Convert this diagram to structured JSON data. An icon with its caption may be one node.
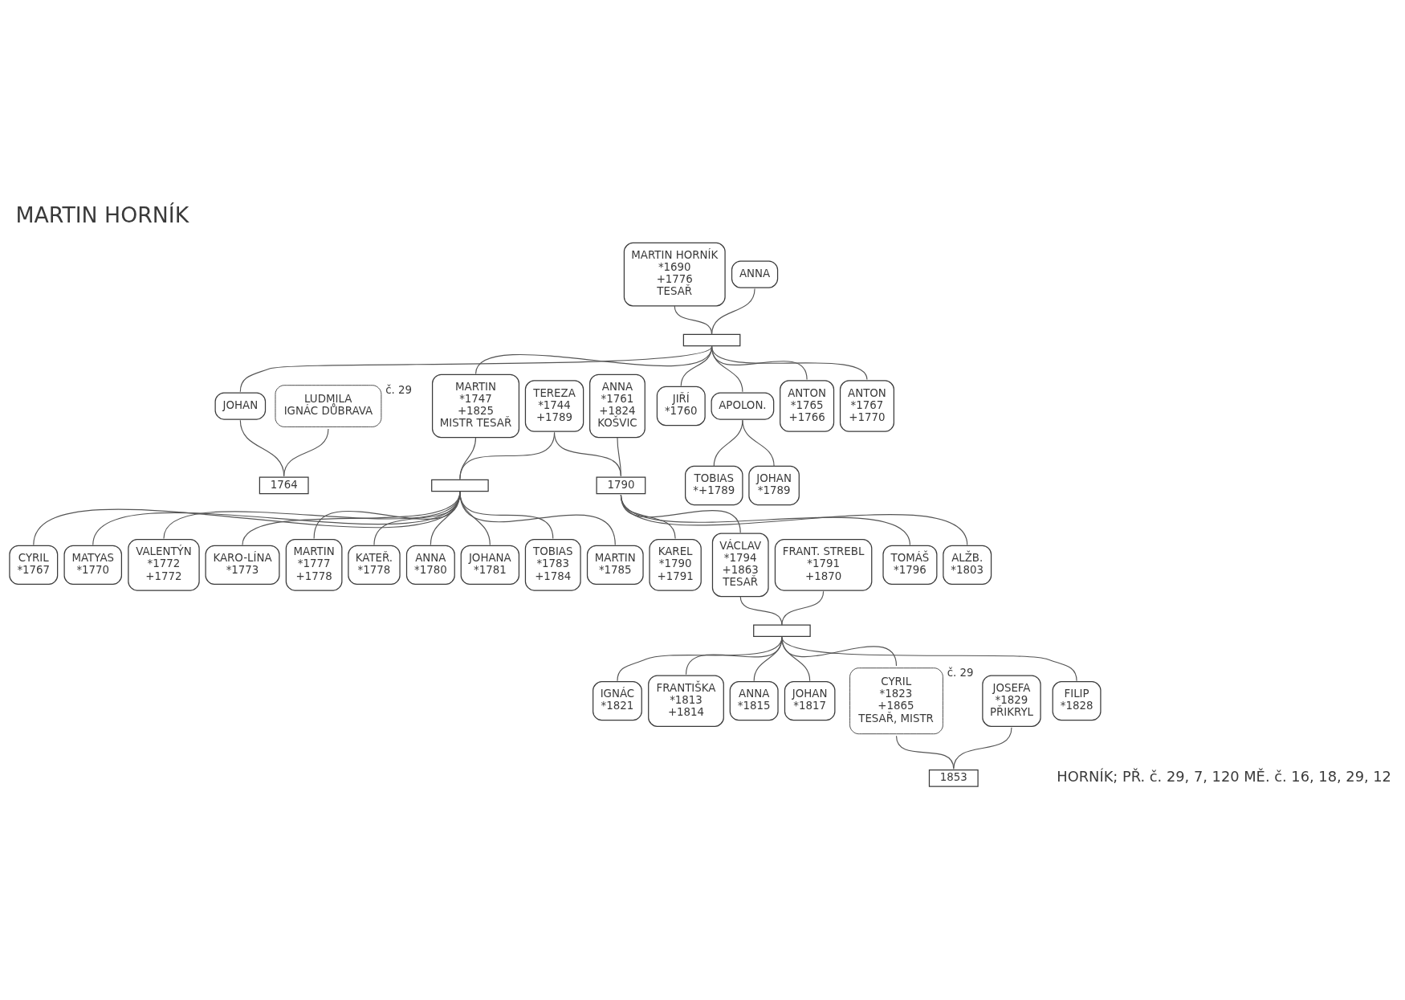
{
  "diagram": {
    "title": "MARTIN HORNÍK",
    "nodes": [
      {
        "text": [
          "MARTIN HORNÍK",
          "*1690",
          "+1776",
          "TESAŘ"
        ]
      },
      {
        "text": [
          "ANNA"
        ]
      },
      {
        "text": [],
        "shape": "box"
      },
      {
        "text": [
          "JOHAN"
        ]
      },
      {
        "text": [
          "LUDMILA",
          "IGNÁC DŮBRAVA"
        ],
        "beside": [
          "č. 29"
        ]
      },
      {
        "text": [
          "MARTIN",
          "*1747",
          "+1825",
          "MISTR TESAŘ"
        ]
      },
      {
        "text": [
          "TEREZA",
          "*1744",
          "+1789"
        ]
      },
      {
        "text": [
          "ANNA",
          "*1761",
          "+1824",
          "KOŠVIC"
        ]
      },
      {
        "text": [
          "JIŘÍ",
          "*1760"
        ]
      },
      {
        "text": [
          "APOLON."
        ]
      },
      {
        "text": [
          "ANTON",
          "*1765",
          "+1766"
        ]
      },
      {
        "text": [
          "ANTON",
          "*1767",
          "+1770"
        ]
      },
      {
        "text": [
          "1764"
        ]
      },
      {
        "text": [
          "TOBIAS",
          "*+1789"
        ]
      },
      {
        "text": [
          "JOHAN",
          "*1789"
        ]
      },
      {
        "text": [],
        "shape": "box"
      },
      {
        "text": [
          "1790"
        ]
      },
      {
        "text": [
          "CYRIL",
          "*1767"
        ]
      },
      {
        "text": [
          "MATYAS",
          "*1770"
        ]
      },
      {
        "text": [
          "VALENTÝN",
          "*1772",
          "+1772"
        ]
      },
      {
        "text": [
          "KARO-LÍNA",
          "*1773"
        ]
      },
      {
        "text": [
          "MARTIN",
          "*1777",
          "+1778"
        ]
      },
      {
        "text": [
          "KATEŘ.",
          "*1778"
        ]
      },
      {
        "text": [
          "ANNA",
          "*1780"
        ]
      },
      {
        "text": [
          "JOHANA",
          "*1781"
        ]
      },
      {
        "text": [
          "TOBIAS",
          "*1783",
          "+1784"
        ]
      },
      {
        "text": [
          "MARTIN",
          "*1785"
        ]
      },
      {
        "text": [
          "KAREL",
          "*1790",
          "+1791"
        ]
      },
      {
        "text": [
          "VÁCLAV",
          "*1794",
          "+1863",
          "TESAŘ"
        ]
      },
      {
        "text": [
          "FRANT. STREBL",
          "*1791",
          "+1870"
        ]
      },
      {
        "text": [
          "TOMÁŠ",
          "*1796"
        ]
      },
      {
        "text": [
          "ALŽB.",
          "*1803"
        ]
      },
      {
        "text": [],
        "shape": "box"
      },
      {
        "text": [
          "IGNÁC",
          "*1821"
        ]
      },
      {
        "text": [
          "FRANTIŠKA",
          "*1813",
          "+1814"
        ]
      },
      {
        "text": [
          "ANNA",
          "*1815"
        ]
      },
      {
        "text": [
          "JOHAN",
          "*1817"
        ]
      },
      {
        "text": [
          "CYRIL",
          "*1823",
          "+1865",
          "TESAŘ, MISTR"
        ],
        "beside": [
          "č. 29"
        ]
      },
      {
        "text": [
          "JOSEFA",
          "*1829",
          "PŘIKRYL"
        ]
      },
      {
        "text": [
          "FILIP",
          "*1828"
        ]
      },
      {
        "text": [
          "1853"
        ]
      }
    ],
    "edges": [
      {
        "from": 0,
        "to": 2,
        "arrow": "none"
      },
      {
        "from": 1,
        "to": 2,
        "arrow": "none"
      },
      {
        "from": 2,
        "to": 3,
        "arrow": "none"
      },
      {
        "from": 2,
        "to": 5,
        "arrow": "none"
      },
      {
        "from": 2,
        "to": 8,
        "arrow": "none"
      },
      {
        "from": 2,
        "to": 9,
        "arrow": "none"
      },
      {
        "from": 2,
        "to": 10,
        "arrow": "none"
      },
      {
        "from": 2,
        "to": 11,
        "arrow": "none"
      },
      {
        "from": 3,
        "to": 12,
        "arrow": "none"
      },
      {
        "from": 4,
        "to": 12,
        "arrow": "none"
      },
      {
        "from": 9,
        "to": 13,
        "arrow": "none"
      },
      {
        "from": 9,
        "to": 14,
        "arrow": "none"
      },
      {
        "from": 5,
        "to": 15,
        "arrow": "none"
      },
      {
        "from": 6,
        "to": 15,
        "arrow": "none"
      },
      {
        "from": 6,
        "to": 16,
        "arrow": "none"
      },
      {
        "from": 7,
        "to": 16,
        "arrow": "none"
      },
      {
        "from": 15,
        "to": 17,
        "arrow": "none"
      },
      {
        "from": 15,
        "to": 18,
        "arrow": "none"
      },
      {
        "from": 15,
        "to": 19,
        "arrow": "none"
      },
      {
        "from": 15,
        "to": 20,
        "arrow": "none"
      },
      {
        "from": 15,
        "to": 21,
        "arrow": "none"
      },
      {
        "from": 15,
        "to": 22,
        "arrow": "none"
      },
      {
        "from": 15,
        "to": 23,
        "arrow": "none"
      },
      {
        "from": 15,
        "to": 24,
        "arrow": "none"
      },
      {
        "from": 15,
        "to": 25,
        "arrow": "none"
      },
      {
        "from": 15,
        "to": 26,
        "arrow": "none"
      },
      {
        "from": 16,
        "to": 27,
        "arrow": "none"
      },
      {
        "from": 16,
        "to": 28,
        "arrow": "none"
      },
      {
        "from": 16,
        "to": 30,
        "arrow": "none"
      },
      {
        "from": 16,
        "to": 31,
        "arrow": "none"
      },
      {
        "from": 28,
        "to": 32,
        "arrow": "none"
      },
      {
        "from": 29,
        "to": 32,
        "arrow": "none"
      },
      {
        "from": 32,
        "to": 33,
        "arrow": "none"
      },
      {
        "from": 32,
        "to": 34,
        "arrow": "none"
      },
      {
        "from": 32,
        "to": 35,
        "arrow": "none"
      },
      {
        "from": 32,
        "to": 36,
        "arrow": "none"
      },
      {
        "from": 32,
        "to": 37,
        "arrow": "none"
      },
      {
        "from": 32,
        "to": 39,
        "arrow": "none"
      },
      {
        "from": 37,
        "to": 40,
        "arrow": "none"
      },
      {
        "from": 38,
        "to": 40,
        "arrow": "none"
      }
    ],
    "labels": [
      "HORNÍK; PŘ. č. 29, 7, 120 MĚ. č. 16, 18, 29, 12"
    ]
  }
}
